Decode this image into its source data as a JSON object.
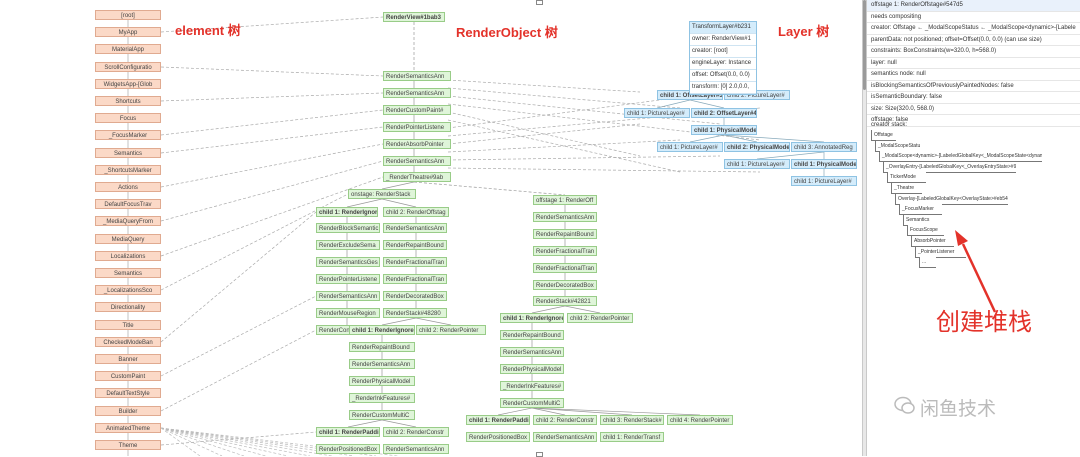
{
  "labels": {
    "element_tree": "element 树",
    "renderobject_tree": "RenderObject 树",
    "layer_tree": "Layer 树",
    "create_stack": "创建堆栈",
    "watermark": "闲鱼技术"
  },
  "element_nodes": [
    "[root]",
    "MyApp",
    "MaterialApp",
    "ScrollConfiguratio",
    "WidgetsApp-[Glob",
    "Shortcuts",
    "Focus",
    "_FocusMarker",
    "Semantics",
    "_ShortcutsMarker",
    "Actions",
    "DefaultFocusTrav",
    "_MediaQueryFrom",
    "MediaQuery",
    "Localizations",
    "Semantics",
    "_LocalizationsSco",
    "Directionality",
    "Title",
    "CheckedModeBan",
    "Banner",
    "CustomPaint",
    "DefaultTextStyle",
    "Builder",
    "AnimatedTheme",
    "Theme",
    ""
  ],
  "render_nodes": {
    "root": "RenderView#1bab3",
    "column1": [
      "RenderSemanticsAnn",
      "RenderSemanticsAnn",
      "RenderCustomPaint#",
      "RenderPointerListene",
      "RenderAbsorbPointer",
      "RenderSemanticsAnn",
      "_RenderTheatre#9ab"
    ],
    "onstage": "onstage: RenderStack",
    "offstage": "offstage 1: RenderOff",
    "left_child1": "child 1: RenderIgnore",
    "left_child2": "child 2: RenderOffstag",
    "col_a": [
      "RenderBlockSemantic",
      "RenderExcludeSema",
      "RenderSemanticsGes",
      "RenderPointerListene",
      "RenderSemanticsAnn",
      "RenderMouseRegion",
      "RenderCon"
    ],
    "col_b": [
      "RenderSemanticsAnn",
      "RenderRepaintBound",
      "RenderFractionalTran",
      "RenderFractionalTran",
      "RenderDecoratedBox",
      "RenderStack#48280"
    ],
    "col_c": [
      "RenderSemanticsAnn",
      "RenderRepaintBound",
      "RenderFractionalTran",
      "RenderFractionalTran",
      "RenderDecoratedBox",
      "RenderStack#42821"
    ],
    "mid_child1": "child 1: RenderIgnore",
    "mid_child2": "child 2: RenderPointer",
    "col_d": [
      "RenderRepaintBound",
      "RenderSemanticsAnn",
      "RenderPhysicalModel",
      "_RenderInkFeatures#",
      "RenderCustomMultiC"
    ],
    "right_child1": "child 1: RenderIgnore",
    "right_child2": "child 2: RenderPointer",
    "col_e": [
      "RenderRepaintBound",
      "RenderSemanticsAnn",
      "RenderPhysicalModel",
      "_RenderInkFeatures#",
      "RenderCustomMultiC"
    ],
    "bottom_left": [
      "child 1: RenderPaddin",
      "child 2: RenderConstr",
      "RenderPositionedBox",
      "RenderSemanticsAnn"
    ],
    "bottom_right": [
      "child 1: RenderPaddin",
      "child 2: RenderConstr",
      "child 3: RenderStack#",
      "child 4: RenderPointer",
      "RenderPositionedBox",
      "RenderSemanticsAnn",
      "child 1: RenderTransf"
    ]
  },
  "layer_props": [
    "TransformLayer#b231",
    "owner: RenderView#1",
    "creator: [root]",
    "engineLayer: Instance",
    "offset: Offset(0.0, 0.0)",
    "transform: [0] 2.0,0.0,"
  ],
  "layer_nodes": {
    "l1": [
      "child 1: OffsetLayer#3",
      "child 2: PictureLayer#"
    ],
    "l2": [
      "child 1: PictureLayer#",
      "child 2: OffsetLayer#4"
    ],
    "l3": "child 1: PhysicalModel",
    "l4": [
      "child 1: PictureLayer#",
      "child 2: PhysicalModel",
      "child 3: AnnotatedReg"
    ],
    "l5": [
      "child 1: PictureLayer#",
      "child 1: PhysicalModel"
    ],
    "l6": "child 1: PictureLayer#"
  },
  "details_panel": [
    "offstage 1: RenderOffstage#547d5",
    "needs compositing",
    "creator: Offstage ← _ModalScopeStatus ← _ModalScope<dynamic>-[Labele",
    "parentData: not positioned; offset=Offset(0.0, 0.0) (can use size)",
    "constraints: BoxConstraints(w=320.0, h=568.0)",
    "layer: null",
    "semantics node: null",
    "isBlockingSemanticsOfPreviouslyPaintedNodes: false",
    "isSemanticBoundary: false",
    "size: Size(320.0, 568.0)",
    "offstage: false"
  ],
  "creator_stack_title": "creator stack:",
  "creator_stack": [
    "Offstage",
    "_ModalScopeStatus",
    "_ModalScope<dynamic>-[LabeledGlobalKey<_ModalScopeState<dynamic>>#e6f4",
    "_OverlayEntry-[LabeledGlobalKey<_OverlayEntryState>#92aed]",
    "TickerMode",
    "_Theatre",
    "Overlay-[LabeledGlobalKey<OverlayState>#eb54f]",
    "_FocusMarker",
    "Semantics",
    "FocusScope",
    "AbsorbPointer",
    "_PointerListener",
    "..."
  ],
  "colors": {
    "element_fill": "#fbd9c7",
    "render_fill": "#dff5d9",
    "layer_fill": "#d4ecfb",
    "accent_red": "#e3322a"
  }
}
